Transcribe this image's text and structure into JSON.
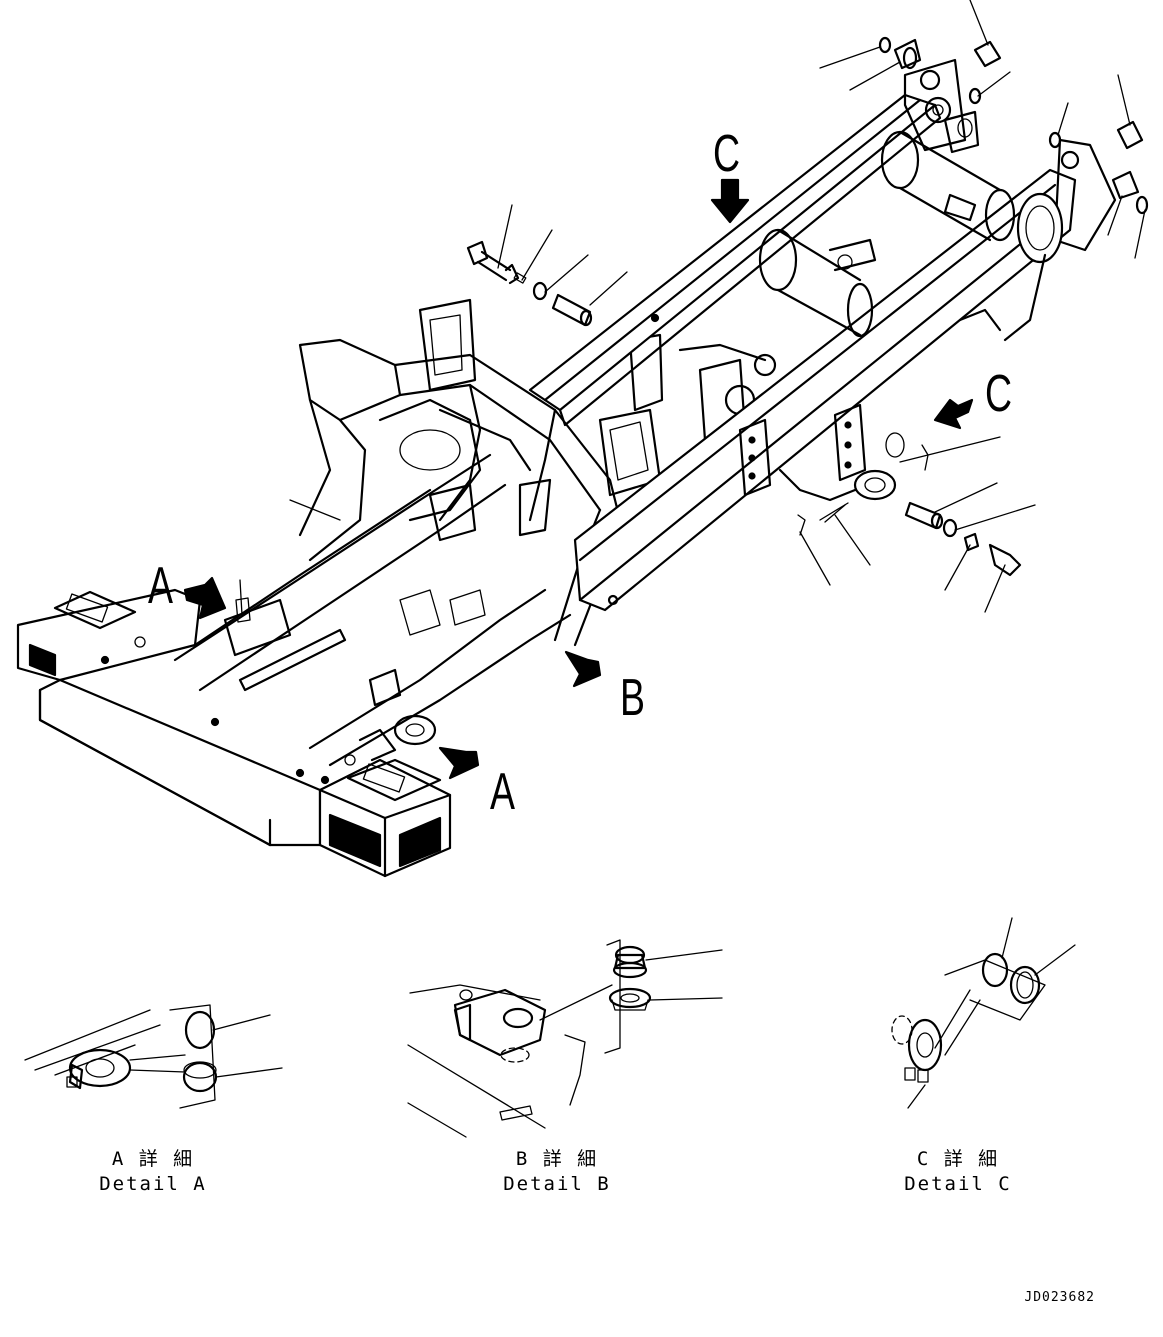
{
  "view_labels": {
    "A_left": "A",
    "A_bottom": "A",
    "B": "B",
    "C_top": "C",
    "C_right": "C"
  },
  "details": [
    {
      "title_ja": "A 詳 細",
      "title_en": "Detail A"
    },
    {
      "title_ja": "B 詳 細",
      "title_en": "Detail B"
    },
    {
      "title_ja": "C 詳 細",
      "title_en": "Detail C"
    }
  ],
  "drawing_number": "JD023682",
  "colors": {
    "ink": "#000000",
    "paper": "#ffffff"
  }
}
